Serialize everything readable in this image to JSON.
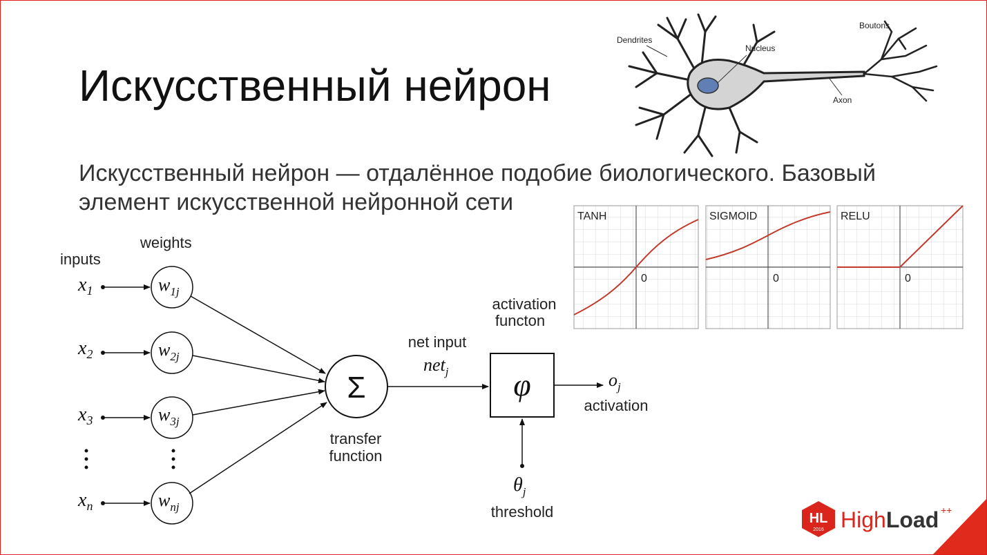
{
  "slide": {
    "title": "Искусственный нейрон",
    "subtitle": "Искусственный нейрон — отдалённое подобие биологического. Базовый элемент искусственной нейронной сети"
  },
  "neuron": {
    "dendrites": "Dendrites",
    "nucleus": "Nucleus",
    "boutons": "Boutons",
    "axon": "Axon"
  },
  "activation_plots": [
    {
      "label": "TANH",
      "zero": "0"
    },
    {
      "label": "SIGMOID",
      "zero": "0"
    },
    {
      "label": "RELU",
      "zero": "0"
    }
  ],
  "perceptron": {
    "inputs_label": "inputs",
    "weights_label": "weights",
    "inputs": [
      {
        "x": "x",
        "sub": "1",
        "w": "w",
        "wsub": "1j"
      },
      {
        "x": "x",
        "sub": "2",
        "w": "w",
        "wsub": "2j"
      },
      {
        "x": "x",
        "sub": "3",
        "w": "w",
        "wsub": "3j"
      },
      {
        "x": "x",
        "sub": "n",
        "w": "w",
        "wsub": "nj"
      }
    ],
    "sum_symbol": "Σ",
    "transfer_line1": "transfer",
    "transfer_line2": "function",
    "net_input": "net input",
    "net_var": "net",
    "net_sub": "j",
    "activation_fn_line1": "activation",
    "activation_fn_line2": "functon",
    "phi": "φ",
    "output_var": "o",
    "output_sub": "j",
    "activation_label": "activation",
    "threshold_var": "θ",
    "threshold_sub": "j",
    "threshold_label": "threshold"
  },
  "logo": {
    "badge": "HL",
    "year": "2016",
    "high": "High",
    "load": "Load",
    "plus": "++",
    "brand_color": "#d9251c"
  }
}
